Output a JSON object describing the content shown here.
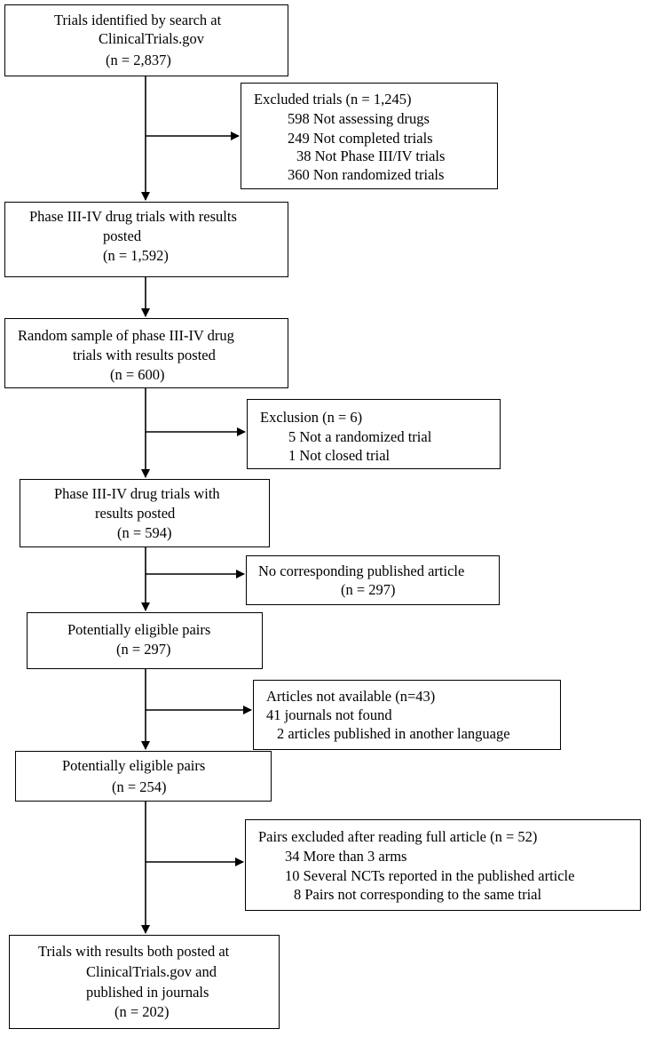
{
  "flow": {
    "b1": {
      "l1": "Trials identified by search at",
      "l2": "ClinicalTrials.gov",
      "l3": "(n = 2,837)"
    },
    "e1": {
      "l1": "Excluded trials (n = 1,245)",
      "l2": "598 Not assessing drugs",
      "l3": "249 Not completed trials",
      "l4": "38 Not Phase III/IV trials",
      "l5": "360 Non randomized trials"
    },
    "b2": {
      "l1": "Phase III-IV drug trials with results",
      "l2": "posted",
      "l3": "(n = 1,592)"
    },
    "b3": {
      "l1": "Random sample of phase III-IV drug",
      "l2": "trials with results posted",
      "l3": "(n = 600)"
    },
    "e2": {
      "l1": "Exclusion (n = 6)",
      "l2": "5 Not a randomized trial",
      "l3": "1 Not closed trial"
    },
    "b4": {
      "l1": "Phase III-IV drug trials with",
      "l2": "results posted",
      "l3": "(n = 594)"
    },
    "e3": {
      "l1": "No corresponding published article",
      "l2": "(n = 297)"
    },
    "b5": {
      "l1": "Potentially eligible pairs",
      "l2": "(n = 297)"
    },
    "e4": {
      "l1": "Articles not available (n=43)",
      "l2": "41 journals not found",
      "l3": "2 articles published in another language"
    },
    "b6": {
      "l1": "Potentially eligible pairs",
      "l2": "(n = 254)"
    },
    "e5": {
      "l1": "Pairs excluded after reading full article (n = 52)",
      "l2": "34 More than 3 arms",
      "l3": "10 Several NCTs reported in the published article",
      "l4": "8 Pairs not corresponding to the same trial"
    },
    "b7": {
      "l1": "Trials with results both posted at",
      "l2": "ClinicalTrials.gov and",
      "l3": "published in journals",
      "l4": "(n = 202)"
    }
  }
}
